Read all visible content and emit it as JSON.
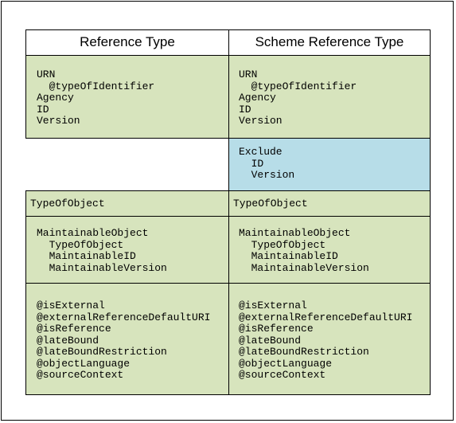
{
  "columns": {
    "left_header": "Reference Type",
    "right_header": "Scheme Reference Type"
  },
  "left": {
    "id_block": [
      "URN",
      "  @typeOfIdentifier",
      "Agency",
      "ID",
      "Version"
    ],
    "type_of_object": "TypeOfObject",
    "maintainable_block": [
      "MaintainableObject",
      "  TypeOfObject",
      "  MaintainableID",
      "  MaintainableVersion"
    ],
    "attributes_block": [
      "@isExternal",
      "@externalReferenceDefaultURI",
      "@isReference",
      "@lateBound",
      "@lateBoundRestriction",
      "@objectLanguage",
      "@sourceContext"
    ]
  },
  "right": {
    "id_block": [
      "URN",
      "  @typeOfIdentifier",
      "Agency",
      "ID",
      "Version"
    ],
    "exclude_block": [
      "Exclude",
      "  ID",
      "  Version"
    ],
    "type_of_object": "TypeOfObject",
    "maintainable_block": [
      "MaintainableObject",
      "  TypeOfObject",
      "  MaintainableID",
      "  MaintainableVersion"
    ],
    "attributes_block": [
      "@isExternal",
      "@externalReferenceDefaultURI",
      "@isReference",
      "@lateBound",
      "@lateBoundRestriction",
      "@objectLanguage",
      "@sourceContext"
    ]
  },
  "colors": {
    "green_cell": "#d7e4bd",
    "blue_cell": "#b7dde8",
    "border": "#000000"
  }
}
